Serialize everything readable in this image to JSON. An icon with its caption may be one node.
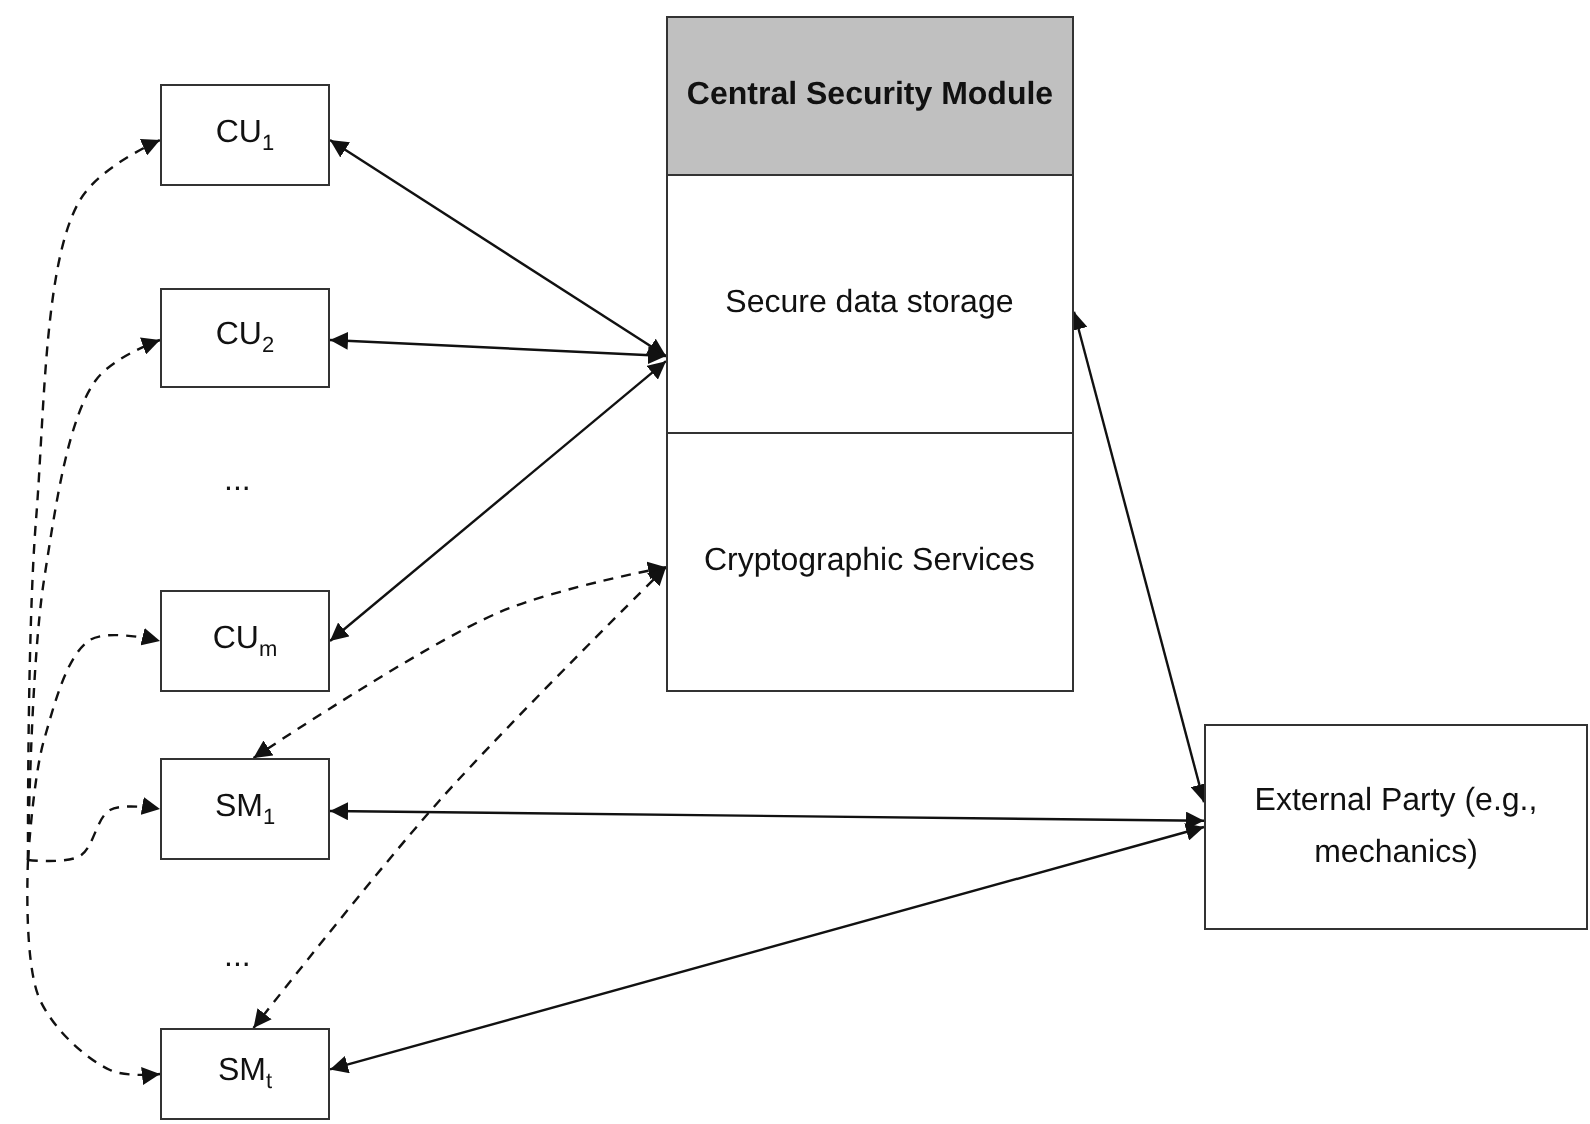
{
  "diagram": {
    "nodes": [
      {
        "text": [
          "Central Security Module"
        ]
      },
      {
        "text": [
          "Secure data storage"
        ],
        "in": 0
      },
      {
        "text": [
          "Cryptographic Services"
        ],
        "in": 0
      },
      {
        "text": [
          "CU$_{1}$"
        ]
      },
      {
        "text": [
          "CU$_{2}$"
        ]
      },
      {
        "text": [
          "CU$_{m}$"
        ]
      },
      {
        "text": [
          "SM$_{1}$"
        ]
      },
      {
        "text": [
          "SM$_{t}$"
        ]
      },
      {
        "text": [
          "External Party (e.g., mechanics)"
        ]
      }
    ],
    "edges": [
      {
        "from": 3,
        "to": 1,
        "arrow": "both"
      },
      {
        "from": 4,
        "to": 1,
        "arrow": "both"
      },
      {
        "from": 5,
        "to": 1,
        "arrow": "both"
      },
      {
        "from": 1,
        "to": 8,
        "arrow": "both"
      },
      {
        "from": 6,
        "to": 8,
        "arrow": "both"
      },
      {
        "from": 7,
        "to": 8,
        "arrow": "both"
      },
      {
        "from": 2,
        "to": 6,
        "arrow": "both",
        "style": "dashed"
      },
      {
        "from": 2,
        "to": 7,
        "arrow": "both",
        "style": "dashed"
      },
      {
        "from": null,
        "to": 3,
        "arrow": "to",
        "style": "dashed"
      },
      {
        "from": null,
        "to": 4,
        "arrow": "to",
        "style": "dashed"
      },
      {
        "from": null,
        "to": 5,
        "arrow": "to",
        "style": "dashed"
      },
      {
        "from": null,
        "to": 6,
        "arrow": "to",
        "style": "dashed"
      },
      {
        "from": null,
        "to": 7,
        "arrow": "to",
        "style": "dashed"
      }
    ],
    "labels": [
      "...",
      "..."
    ]
  }
}
